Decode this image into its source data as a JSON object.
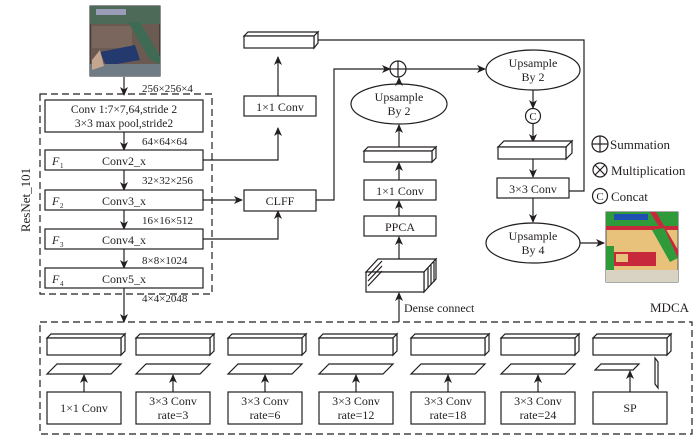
{
  "diagram": {
    "input_size": "256×256×4",
    "backbone": {
      "label": "ResNet_101",
      "stem_line1": "Conv 1:7×7,64,stride 2",
      "stem_line2": "3×3 max pool,stride2",
      "stem_out": "64×64×64",
      "stages": [
        {
          "feat": "F",
          "sub": "1",
          "name": "Conv2_x",
          "out": "32×32×256"
        },
        {
          "feat": "F",
          "sub": "2",
          "name": "Conv3_x",
          "out": "16×16×512"
        },
        {
          "feat": "F",
          "sub": "3",
          "name": "Conv4_x",
          "out": "8×8×1024"
        },
        {
          "feat": "F",
          "sub": "4",
          "name": "Conv5_x",
          "out": "4×4×2048"
        }
      ]
    },
    "branch_low": {
      "conv": "1×1 Conv"
    },
    "clff": "CLFF",
    "decoder": {
      "ppca": "PPCA",
      "conv1": "1×1 Conv",
      "upsample1_line1": "Upsample",
      "upsample1_line2": "By 2",
      "upsample2_line1": "Upsample",
      "upsample2_line2": "By 2",
      "conv3": "3×3 Conv",
      "upsample3_line1": "Upsample",
      "upsample3_line2": "By 4",
      "dense_label": "Dense connect"
    },
    "legend": [
      {
        "symbol": "summation-icon",
        "label": "Summation"
      },
      {
        "symbol": "multiplication-icon",
        "label": "Multiplication"
      },
      {
        "symbol": "concat-icon",
        "label": "Concat",
        "glyph": "C"
      }
    ],
    "mdca": {
      "label": "MDCA",
      "branches": [
        {
          "line1": "1×1 Conv",
          "line2": ""
        },
        {
          "line1": "3×3 Conv",
          "line2": "rate=3"
        },
        {
          "line1": "3×3 Conv",
          "line2": "rate=6"
        },
        {
          "line1": "3×3 Conv",
          "line2": "rate=12"
        },
        {
          "line1": "3×3 Conv",
          "line2": "rate=18"
        },
        {
          "line1": "3×3 Conv",
          "line2": "rate=24"
        },
        {
          "line1": "SP",
          "line2": ""
        }
      ]
    },
    "colors": {
      "line": "#231f20",
      "seg_building": "#c8283c",
      "seg_road": "#e8c27a",
      "seg_veg": "#2e9a3a",
      "seg_water": "#1f4fb0",
      "seg_ground": "#d9d3c3"
    }
  }
}
